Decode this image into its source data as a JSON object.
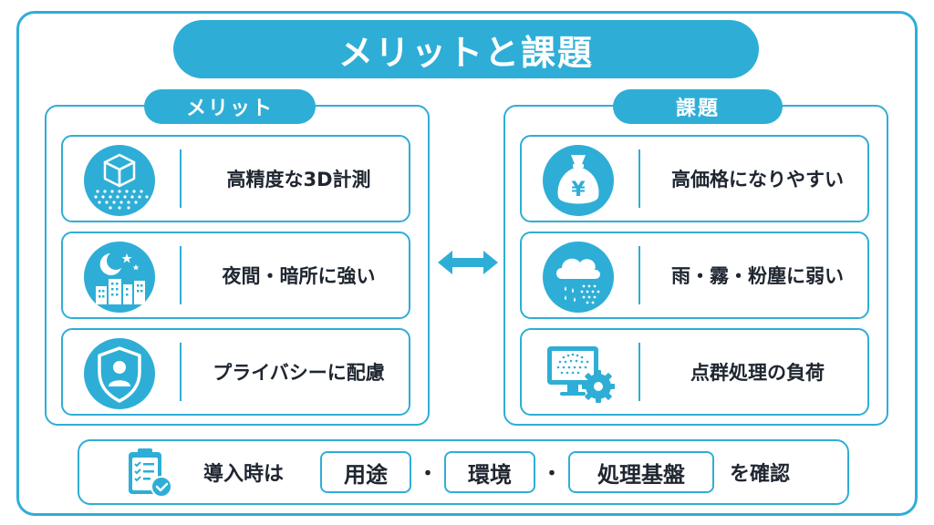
{
  "title": "メリットと課題",
  "merits": {
    "label": "メリット",
    "items": [
      {
        "text": "高精度な3D計測",
        "icon": "3d-cube-point-cloud-icon"
      },
      {
        "text": "夜間・暗所に強い",
        "icon": "night-city-moon-icon"
      },
      {
        "text": "プライバシーに配慮",
        "icon": "privacy-shield-user-icon"
      }
    ]
  },
  "challenges": {
    "label": "課題",
    "items": [
      {
        "text": "高価格になりやすい",
        "icon": "yen-money-bag-icon"
      },
      {
        "text": "雨・霧・粉塵に弱い",
        "icon": "rain-cloud-icon"
      },
      {
        "text": "点群処理の負荷",
        "icon": "monitor-gear-icon"
      }
    ]
  },
  "footer": {
    "lead": "導入時は",
    "tags": [
      "用途",
      "環境",
      "処理基盤"
    ],
    "separator": "・",
    "tail": "を確認",
    "icon": "clipboard-checklist-icon"
  },
  "colors": {
    "accent": "#2eaed6",
    "text": "#1f2630",
    "background": "#ffffff"
  }
}
